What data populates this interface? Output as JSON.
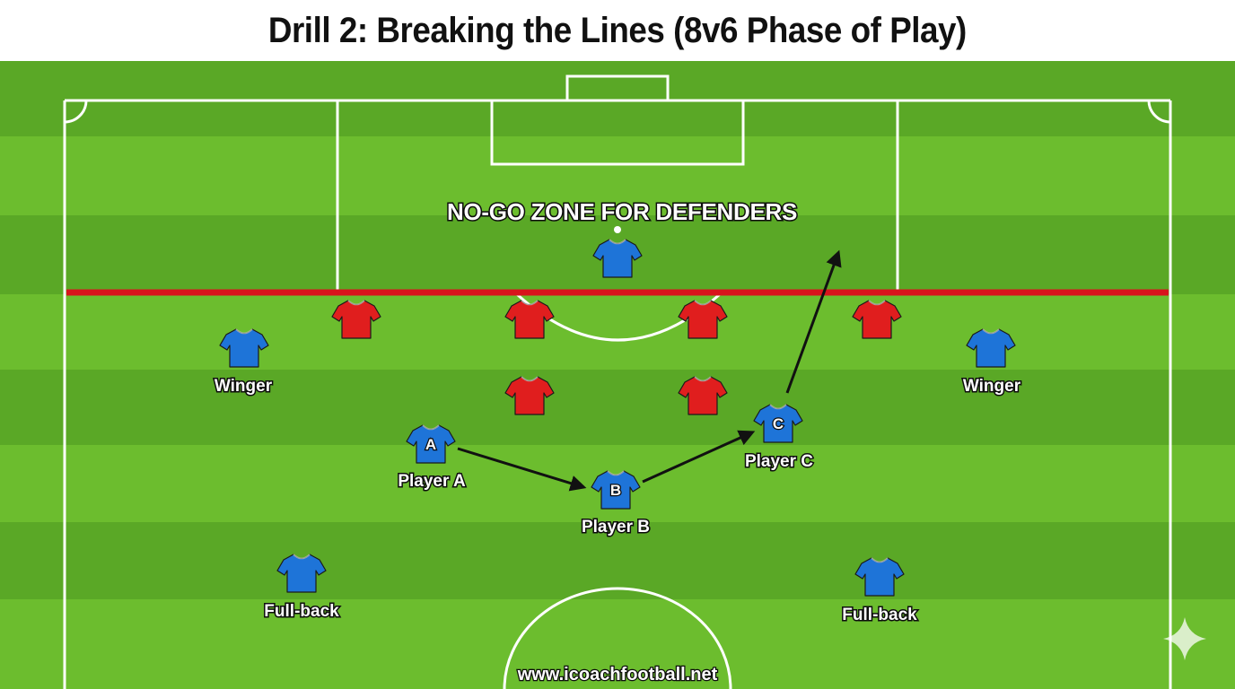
{
  "title": "Drill 2: Breaking the Lines (8v6 Phase of Play)",
  "zone_label": "NO-GO ZONE FOR DEFENDERS",
  "colors": {
    "grass_light": "#6cbd2e",
    "grass_dark": "#58a624",
    "attacking_team": "#1e74d8",
    "defending_team": "#e01e1e",
    "offside_line": "#d8141c",
    "pitch_lines": "#ffffff",
    "pass_arrows": "#111111"
  },
  "players": {
    "winger_left": "Winger",
    "winger_right": "Winger",
    "player_a": "Player A",
    "player_b": "Player B",
    "player_c": "Player C",
    "fullback_left": "Full-back",
    "fullback_right": "Full-back"
  },
  "shirt_letters": {
    "a": "A",
    "b": "B",
    "c": "C"
  },
  "watermark": "www.icoachfootball.net",
  "icons": {
    "attacker": "blue-shirt-icon",
    "defender": "red-shirt-icon",
    "corner": "sparkle-icon"
  }
}
